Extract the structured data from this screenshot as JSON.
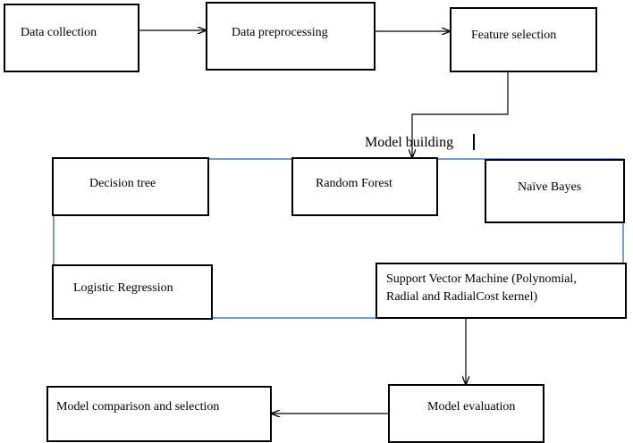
{
  "diagram": {
    "pipeline": {
      "data_collection": "Data collection",
      "data_preprocessing": "Data preprocessing",
      "feature_selection": "Feature selection"
    },
    "model_building": {
      "title": "Model building",
      "models": {
        "decision_tree": "Decision tree",
        "random_forest": "Random Forest",
        "naive_bayes": "Naïve Bayes",
        "logistic_regression": "Logistic Regression",
        "svm_line1": "Support Vector Machine (Polynomial,",
        "svm_line2": "Radial and RadialCost kernel)"
      }
    },
    "evaluation": {
      "model_evaluation": "Model evaluation",
      "model_comparison": "Model comparison and selection"
    },
    "colors": {
      "box_border": "#000000",
      "group_outline": "#4a7ebf",
      "arrow": "#000000"
    }
  }
}
